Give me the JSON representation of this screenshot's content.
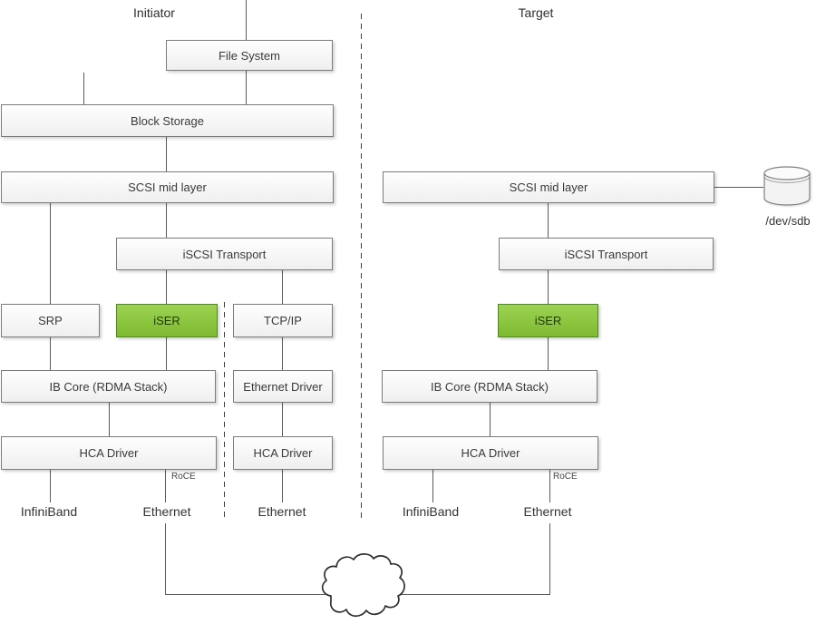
{
  "initiator": {
    "label": "Initiator",
    "boxes": {
      "file_system": "File System",
      "block_storage": "Block Storage",
      "scsi_mid_layer": "SCSI mid layer",
      "iscsi_transport": "iSCSI Transport",
      "srp": "SRP",
      "iser": "iSER",
      "tcp_ip": "TCP/IP",
      "ib_core": "IB Core (RDMA Stack)",
      "ethernet_driver": "Ethernet Driver",
      "hca_driver_ib": "HCA Driver",
      "hca_driver_eth": "HCA Driver"
    },
    "labels": {
      "roce": "RoCE",
      "infiniband": "InfiniBand",
      "ethernet_roce": "Ethernet",
      "ethernet_nic": "Ethernet"
    }
  },
  "target": {
    "label": "Target",
    "boxes": {
      "scsi_mid_layer": "SCSI mid layer",
      "iscsi_transport": "iSCSI Transport",
      "iser": "iSER",
      "ib_core": "IB Core (RDMA Stack)",
      "hca_driver": "HCA Driver"
    },
    "labels": {
      "roce": "RoCE",
      "infiniband": "InfiniBand",
      "ethernet": "Ethernet",
      "device": "/dev/sdb"
    }
  },
  "colors": {
    "iser_green": "#8cc63f",
    "iser_border": "#538527",
    "box_border": "#7c7c7c",
    "connector_line": "#5a5a5a",
    "dashed_line": "#3d3d3d"
  }
}
